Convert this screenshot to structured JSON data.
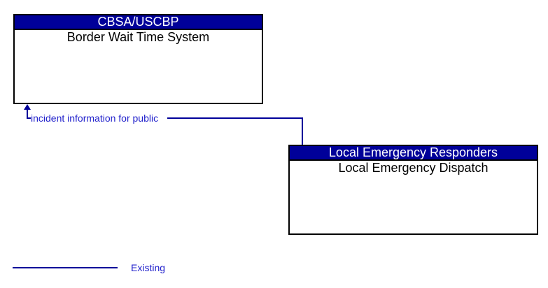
{
  "diagram": {
    "entities": [
      {
        "id": "cbsa-uscbp",
        "header": "CBSA/USCBP",
        "title": "Border Wait Time System"
      },
      {
        "id": "local-emergency-responders",
        "header": "Local Emergency Responders",
        "title": "Local Emergency Dispatch"
      }
    ],
    "flows": [
      {
        "label": "incident information for public",
        "from": "Local Emergency Dispatch",
        "to": "Border Wait Time System",
        "status": "Existing"
      }
    ],
    "legend": [
      {
        "label": "Existing",
        "style": "solid-line"
      }
    ],
    "colors": {
      "entity_header_bg": "#000099",
      "entity_border": "#000000",
      "flow_line": "#000099",
      "flow_text": "#2222CC",
      "background": "#ffffff"
    }
  }
}
